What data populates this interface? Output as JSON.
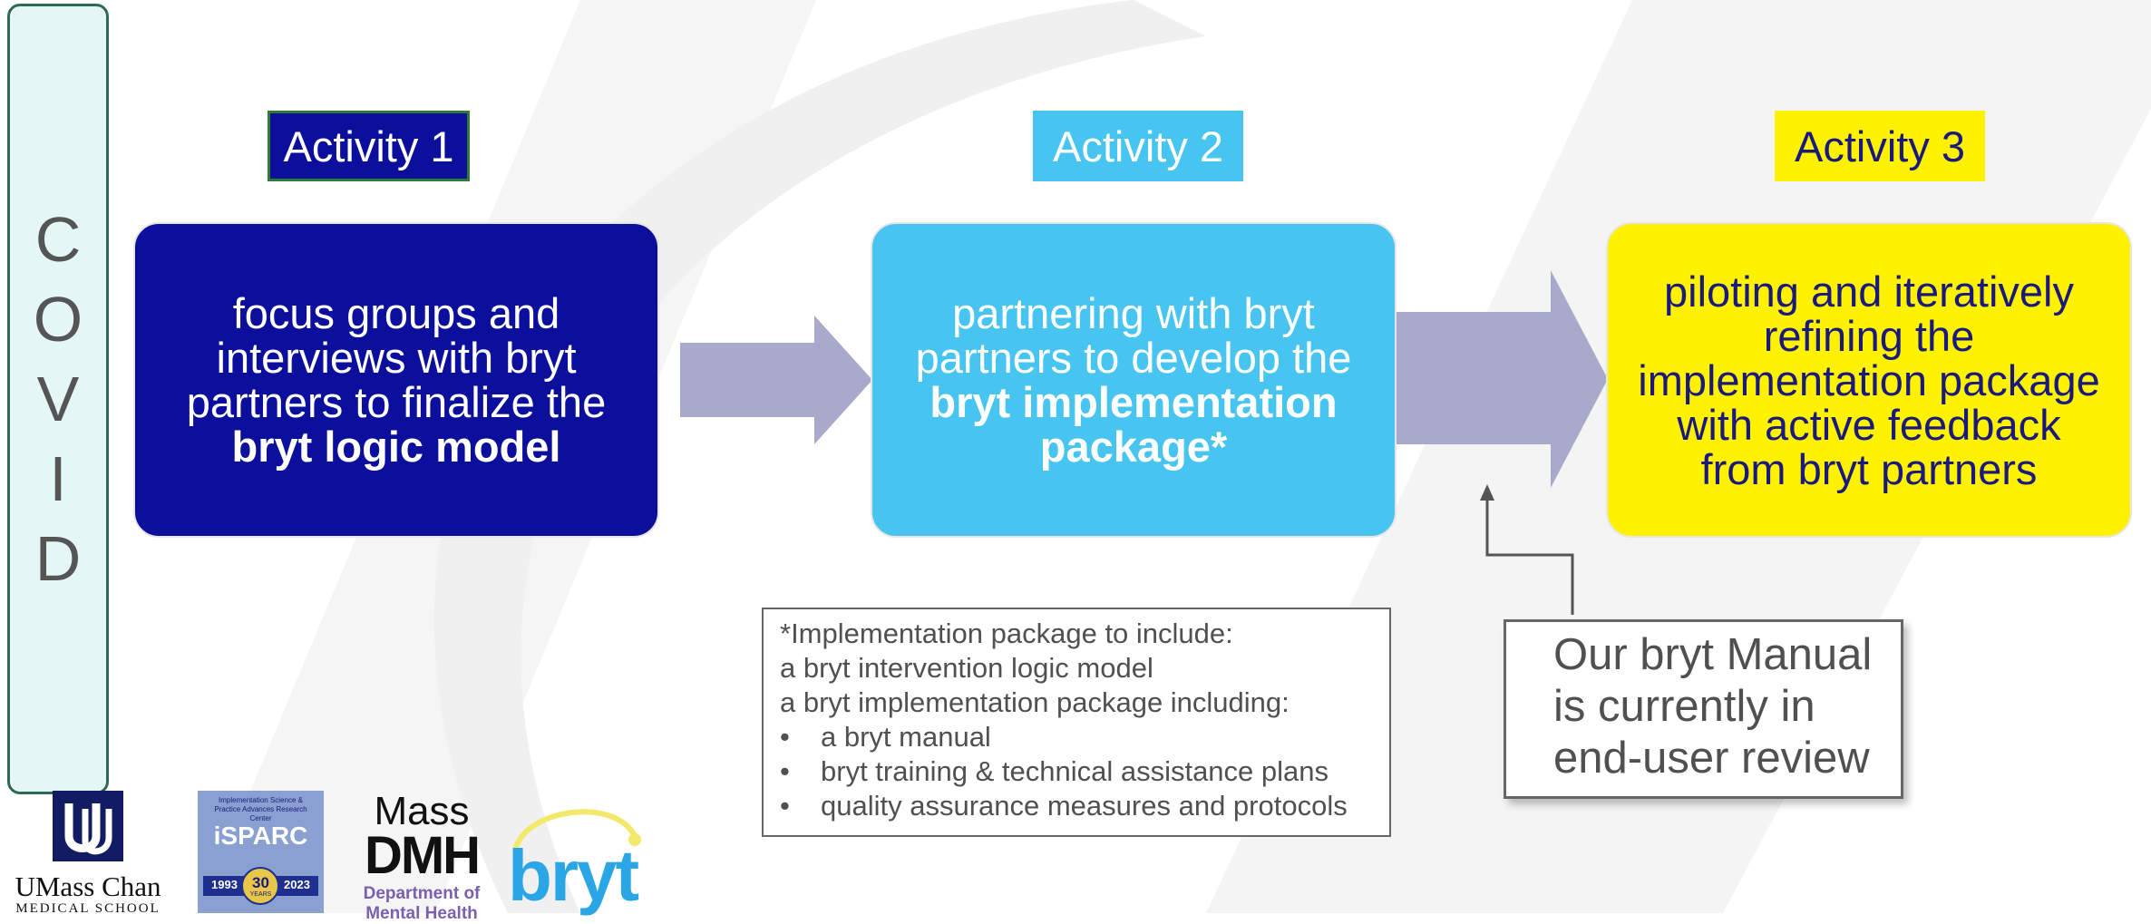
{
  "sidebar": {
    "letters": [
      "C",
      "O",
      "V",
      "I",
      "D"
    ]
  },
  "activities": [
    {
      "label": "Activity 1",
      "text": "focus groups and interviews with bryt partners to finalize the",
      "bold": "bryt logic model"
    },
    {
      "label": "Activity 2",
      "text": "partnering with bryt partners to develop the",
      "bold": "bryt implementation package*"
    },
    {
      "label": "Activity 3",
      "text": "piloting and iteratively refining the implementation package with active feedback from bryt partners",
      "bold": ""
    }
  ],
  "note": {
    "lines": [
      "*Implementation package to include:",
      "a bryt intervention logic model",
      "a bryt implementation package including:"
    ],
    "bullets": [
      "a bryt manual",
      "bryt training & technical assistance plans",
      "quality assurance measures and protocols"
    ]
  },
  "callout": {
    "text": "Our bryt Manual is currently in end-user review"
  },
  "logos": {
    "umass_line1": "UMass Chan",
    "umass_line2": "MEDICAL SCHOOL",
    "isparc_small": "Implementation Science & Practice Advances Research Center",
    "isparc_name": "iSPARC",
    "isparc_year_start": "1993",
    "isparc_badge": "30",
    "isparc_badge_sub": "YEARS",
    "isparc_year_end": "2023",
    "dmh_mass": "Mass",
    "dmh_name": "DMH",
    "dmh_dept_line1": "Department of",
    "dmh_dept_line2": "Mental Health",
    "bryt_word": "bryt"
  },
  "colors": {
    "activity1": "#0b0f9c",
    "activity2": "#47c5f0",
    "activity3": "#fff200",
    "arrow": "#a9a9cc",
    "covid_fill": "#e4f7f6"
  }
}
